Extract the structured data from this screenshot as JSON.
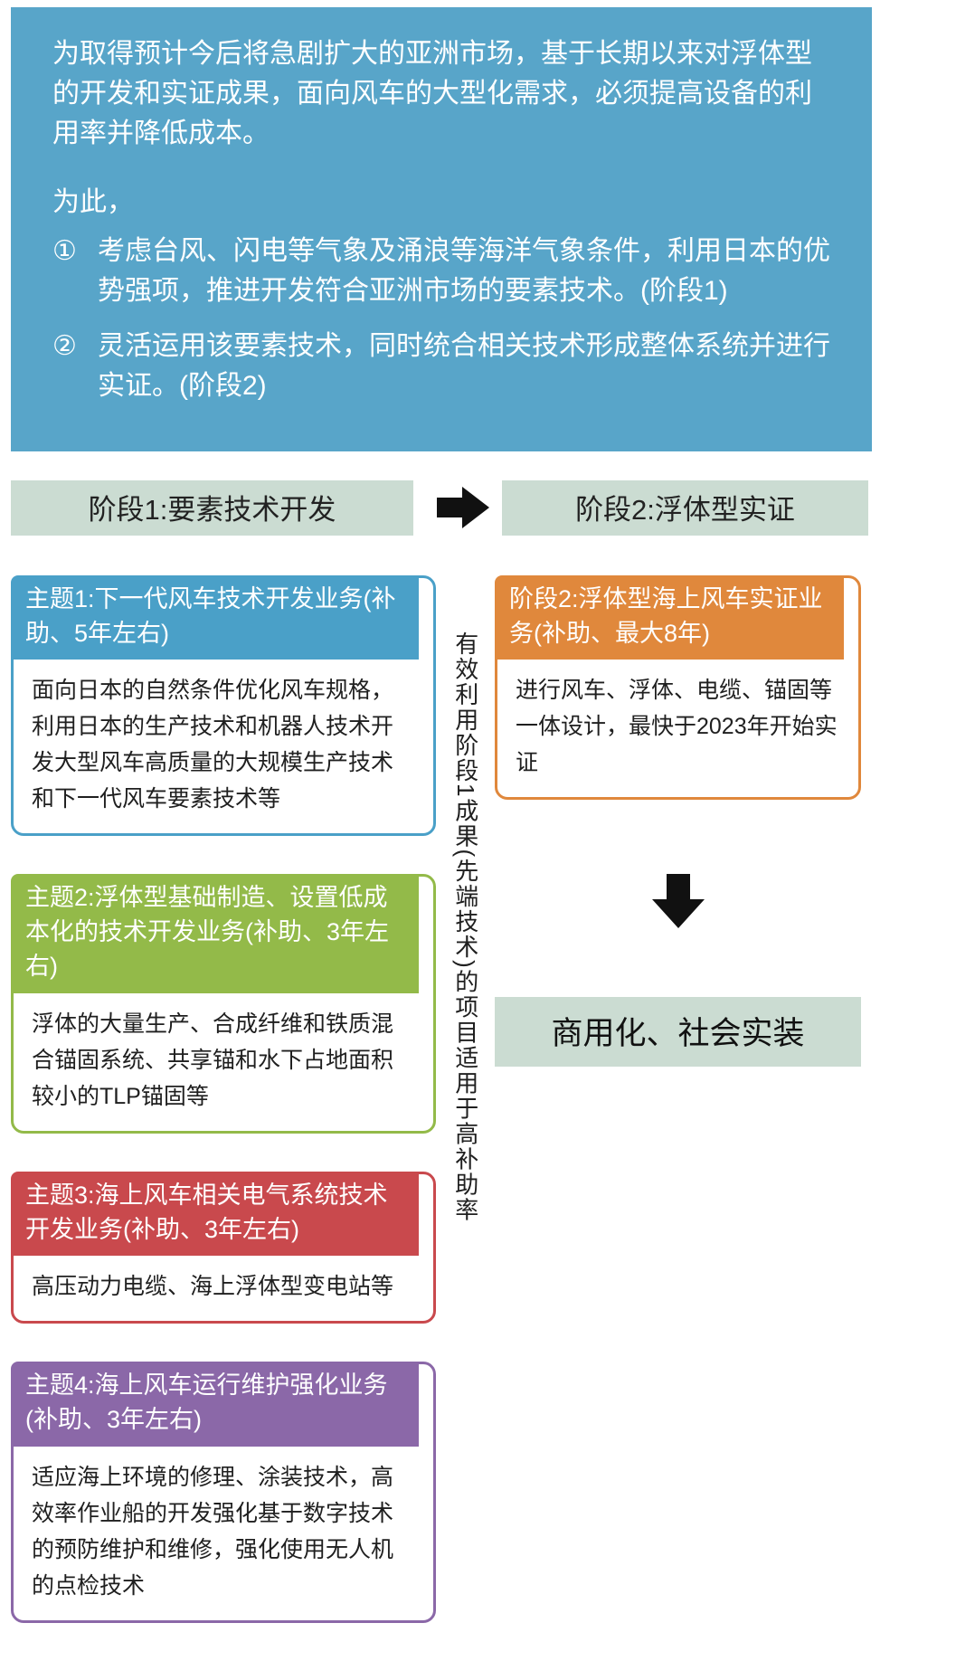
{
  "intro": {
    "paragraph1": "为取得预计今后将急剧扩大的亚洲市场，基于长期以来对浮体型的开发和实证成果，面向风车的大型化需求，必须提高设备的利用率并降低成本。",
    "lead": "为此，",
    "items": [
      {
        "num": "①",
        "text": "考虑台风、闪电等气象及涌浪等海洋气象条件，利用日本的优势强项，推进开发符合亚洲市场的要素技术。(阶段1)"
      },
      {
        "num": "②",
        "text": "灵活运用该要素技术，同时统合相关技术形成整体系统并进行实证。(阶段2)"
      }
    ]
  },
  "phases": {
    "phase1_label": "阶段1:要素技术开发",
    "phase2_label": "阶段2:浮体型实证"
  },
  "themes": [
    {
      "title": "主题1:下一代风车技术开发业务(补助、5年左右)",
      "body": "面向日本的自然条件优化风车规格，利用日本的生产技术和机器人技术开发大型风车高质量的大规模生产技术和下一代风车要素技术等",
      "color": "#4aa0c8"
    },
    {
      "title": "主题2:浮体型基础制造、设置低成本化的技术开发业务(补助、3年左右)",
      "body": "浮体的大量生产、合成纤维和铁质混合锚固系统、共享锚和水下占地面积较小的TLP锚固等",
      "color": "#93ba49"
    },
    {
      "title": "主题3:海上风车相关电气系统技术开发业务(补助、3年左右)",
      "body": "高压动力电缆、海上浮体型变电站等",
      "color": "#c9494d"
    },
    {
      "title": "主题4:海上风车运行维护强化业务(补助、3年左右)",
      "body": "适应海上环境的修理、涂装技术，高效率作业船的开发强化基于数字技术的预防维护和维修，强化使用无人机的点检技术",
      "color": "#8b68a8"
    }
  ],
  "middle_note": "有效利用阶段1成果(先端技术)的项目适用于高补助率",
  "phase2_card": {
    "title": "阶段2:浮体型海上风车实证业务(补助、最大8年)",
    "body": "进行风车、浮体、电缆、锚固等一体设计，最快于2023年开始实证",
    "color": "#e0883c"
  },
  "outcome_label": "商用化、社会实装",
  "colors": {
    "intro_bg": "#58a5c9",
    "phase_header_bg": "#cbdcd2",
    "arrow": "#111111"
  }
}
